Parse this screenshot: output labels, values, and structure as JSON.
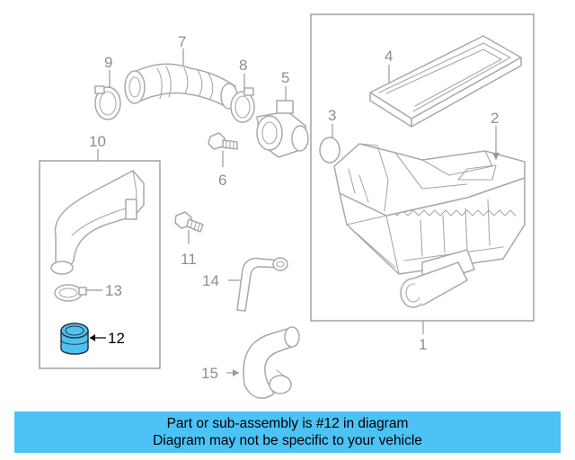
{
  "diagram": {
    "callouts": {
      "c1": "1",
      "c2": "2",
      "c3": "3",
      "c4": "4",
      "c5": "5",
      "c6": "6",
      "c7": "7",
      "c8": "8",
      "c9": "9",
      "c10": "10",
      "c11": "11",
      "c12": "12",
      "c13": "13",
      "c14": "14",
      "c15": "15"
    },
    "highlighted_part": "12",
    "colors": {
      "highlight_fill": "#4cc2f5",
      "line_art": "#a9a9a9",
      "callout_text": "#8f8f8f",
      "highlight_text": "#000000"
    }
  },
  "banner": {
    "line1": "Part or sub-assembly is #12 in diagram",
    "line2": "Diagram may not be specific to your vehicle",
    "background": "#4cc2f5"
  }
}
